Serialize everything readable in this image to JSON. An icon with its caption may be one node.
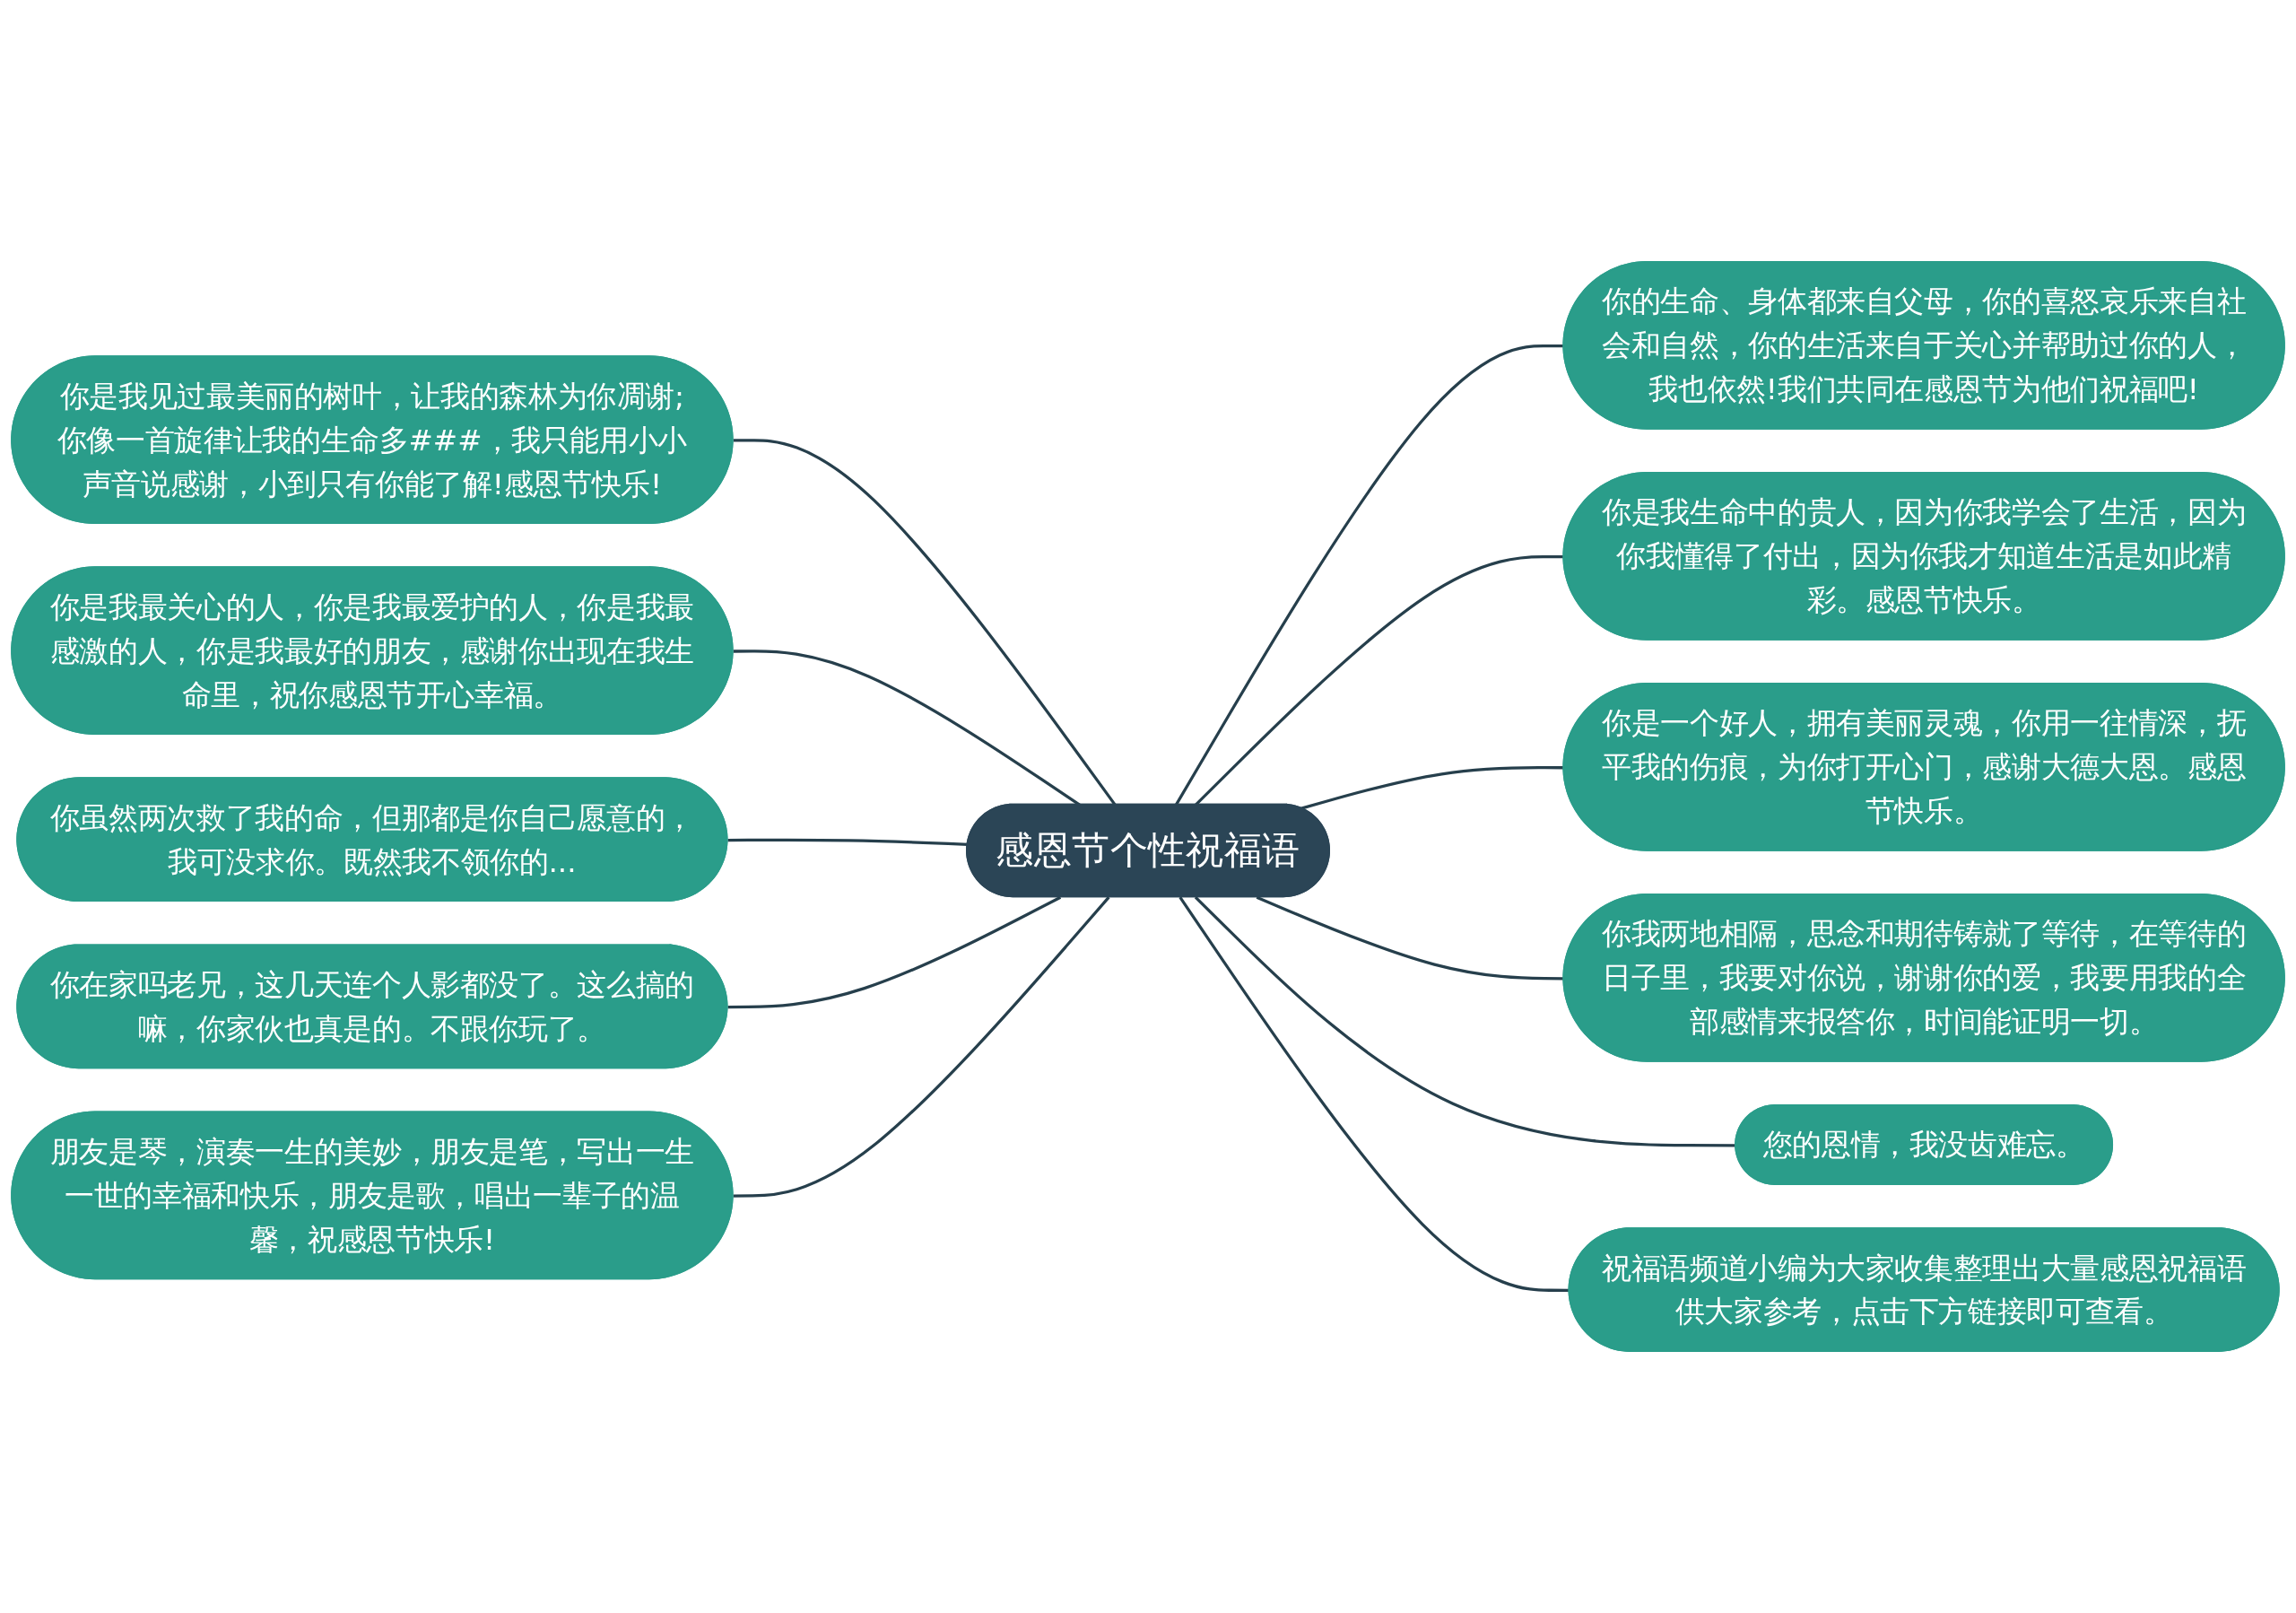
{
  "diagram": {
    "nodes": [
      {
        "text": [
          "感恩节个性祝福语"
        ]
      },
      {
        "text": [
          "你是我见过最美丽的树叶，让我的森林为你凋谢;你像一首旋律让我的生命多###，我只能用小小声音说感谢，小到只有你能了解!感恩节快乐!"
        ]
      },
      {
        "text": [
          "你是我最关心的人，你是我最爱护的人，你是我最感激的人，你是我最好的朋友，感谢你出现在我生命里，祝你感恩节开心幸福。"
        ]
      },
      {
        "text": [
          "你虽然两次救了我的命，但那都是你自己愿意的，我可没求你。既然我不领你的..."
        ]
      },
      {
        "text": [
          "你在家吗老兄，这几天连个人影都没了。这么搞的嘛，你家伙也真是的。不跟你玩了。"
        ]
      },
      {
        "text": [
          "朋友是琴，演奏一生的美妙，朋友是笔，写出一生一世的幸福和快乐，朋友是歌，唱出一辈子的温馨，祝感恩节快乐!"
        ]
      },
      {
        "text": [
          "你的生命、身体都来自父母，你的喜怒哀乐来自社会和自然，你的生活来自于关心并帮助过你的人，我也依然!我们共同在感恩节为他们祝福吧!"
        ]
      },
      {
        "text": [
          "你是我生命中的贵人，因为你我学会了生活，因为你我懂得了付出，因为你我才知道生活是如此精彩。感恩节快乐。"
        ]
      },
      {
        "text": [
          "你是一个好人，拥有美丽灵魂，你用一往情深，抚平我的伤痕，为你打开心门，感谢大德大恩。感恩节快乐。"
        ]
      },
      {
        "text": [
          "你我两地相隔，思念和期待铸就了等待，在等待的日子里，我要对你说，谢谢你的爱，我要用我的全部感情来报答你，时间能证明一切。"
        ]
      },
      {
        "text": [
          "您的恩情，我没齿难忘。"
        ]
      },
      {
        "text": [
          "祝福语频道小编为大家收集整理出大量感恩祝福语供大家参考，点击下方链接即可查看。"
        ]
      }
    ],
    "edges": [
      {
        "from": 0,
        "to": 1,
        "arrow": "none"
      },
      {
        "from": 0,
        "to": 2,
        "arrow": "none"
      },
      {
        "from": 0,
        "to": 3,
        "arrow": "none"
      },
      {
        "from": 0,
        "to": 4,
        "arrow": "none"
      },
      {
        "from": 0,
        "to": 5,
        "arrow": "none"
      },
      {
        "from": 0,
        "to": 6,
        "arrow": "none"
      },
      {
        "from": 0,
        "to": 7,
        "arrow": "none"
      },
      {
        "from": 0,
        "to": 8,
        "arrow": "none"
      },
      {
        "from": 0,
        "to": 9,
        "arrow": "none"
      },
      {
        "from": 0,
        "to": 10,
        "arrow": "none"
      },
      {
        "from": 0,
        "to": 11,
        "arrow": "none"
      }
    ]
  }
}
